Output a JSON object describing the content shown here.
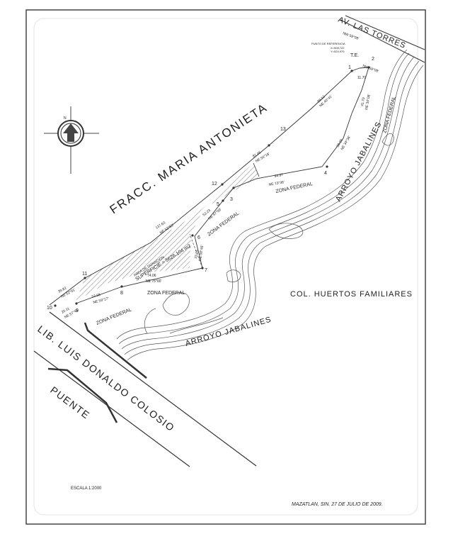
{
  "labels": {
    "fracc": "FRACC. MARIA ANTONIETA",
    "col": "COL. HUERTOS FAMILIARES",
    "av": "AV. LAS TORRES",
    "lib": "LIB. LUIS DONALDO COLOSIO",
    "puente": "PUENTE",
    "arroyo_upper": "ARROYO JABALINES",
    "arroyo_lower": "ARROYO JABALINES",
    "te": "T.E.",
    "punto_ref": "PUNTO DE REFERENCIA",
    "coord_x": "X=508,722",
    "coord_y": "Y=524,979",
    "north": "N",
    "area_line1": "AREA DE DONACION",
    "area_line2": "SUPERFICIE = 5626.104 m2",
    "zona_federal": [
      "ZONA FEDERAL",
      "ZONA FEDERAL",
      "ZONA FEDERAL",
      "ZONA FEDERAL",
      "ZONA FEDERAL"
    ]
  },
  "points": [
    "1",
    "2",
    "3",
    "4",
    "5",
    "6",
    "7",
    "8",
    "9",
    "10",
    "11",
    "12",
    "13"
  ],
  "segments": {
    "d1": "88.12",
    "b1": "NE 40°41'",
    "d2": "81.46",
    "b2": "NE 50°18'",
    "d3": "137.63",
    "b3": "NE 52°53'",
    "d4": "39.82",
    "b4": "NE 52°01'",
    "d5": "94.97",
    "b5": "NE 73°36'",
    "d6": "41.70",
    "b6": "NE 34°08'",
    "d7": "39.00",
    "b7": "NE 34°36'",
    "d8": "74.06",
    "b8": "NE 75°00'",
    "d9": "53.68",
    "b9": "NE 59°17'",
    "d10": "53.23",
    "b10": "NE 47°09'",
    "d11": "33.16",
    "b11": "NE 08°46'",
    "d12": "20.11",
    "b12": "NE 57°45'",
    "top_bearing": "NW 59°08'",
    "right_bearing": "NW 59°08'",
    "top_dist": "11.70"
  },
  "footer": {
    "scale": "ESCALA 1:2000",
    "place_date": "MAZATLAN, SIN. 27 DE JULIO DE 2009."
  },
  "colors": {
    "ink": "#333333",
    "hatch": "#555555",
    "paper": "#ffffff"
  }
}
